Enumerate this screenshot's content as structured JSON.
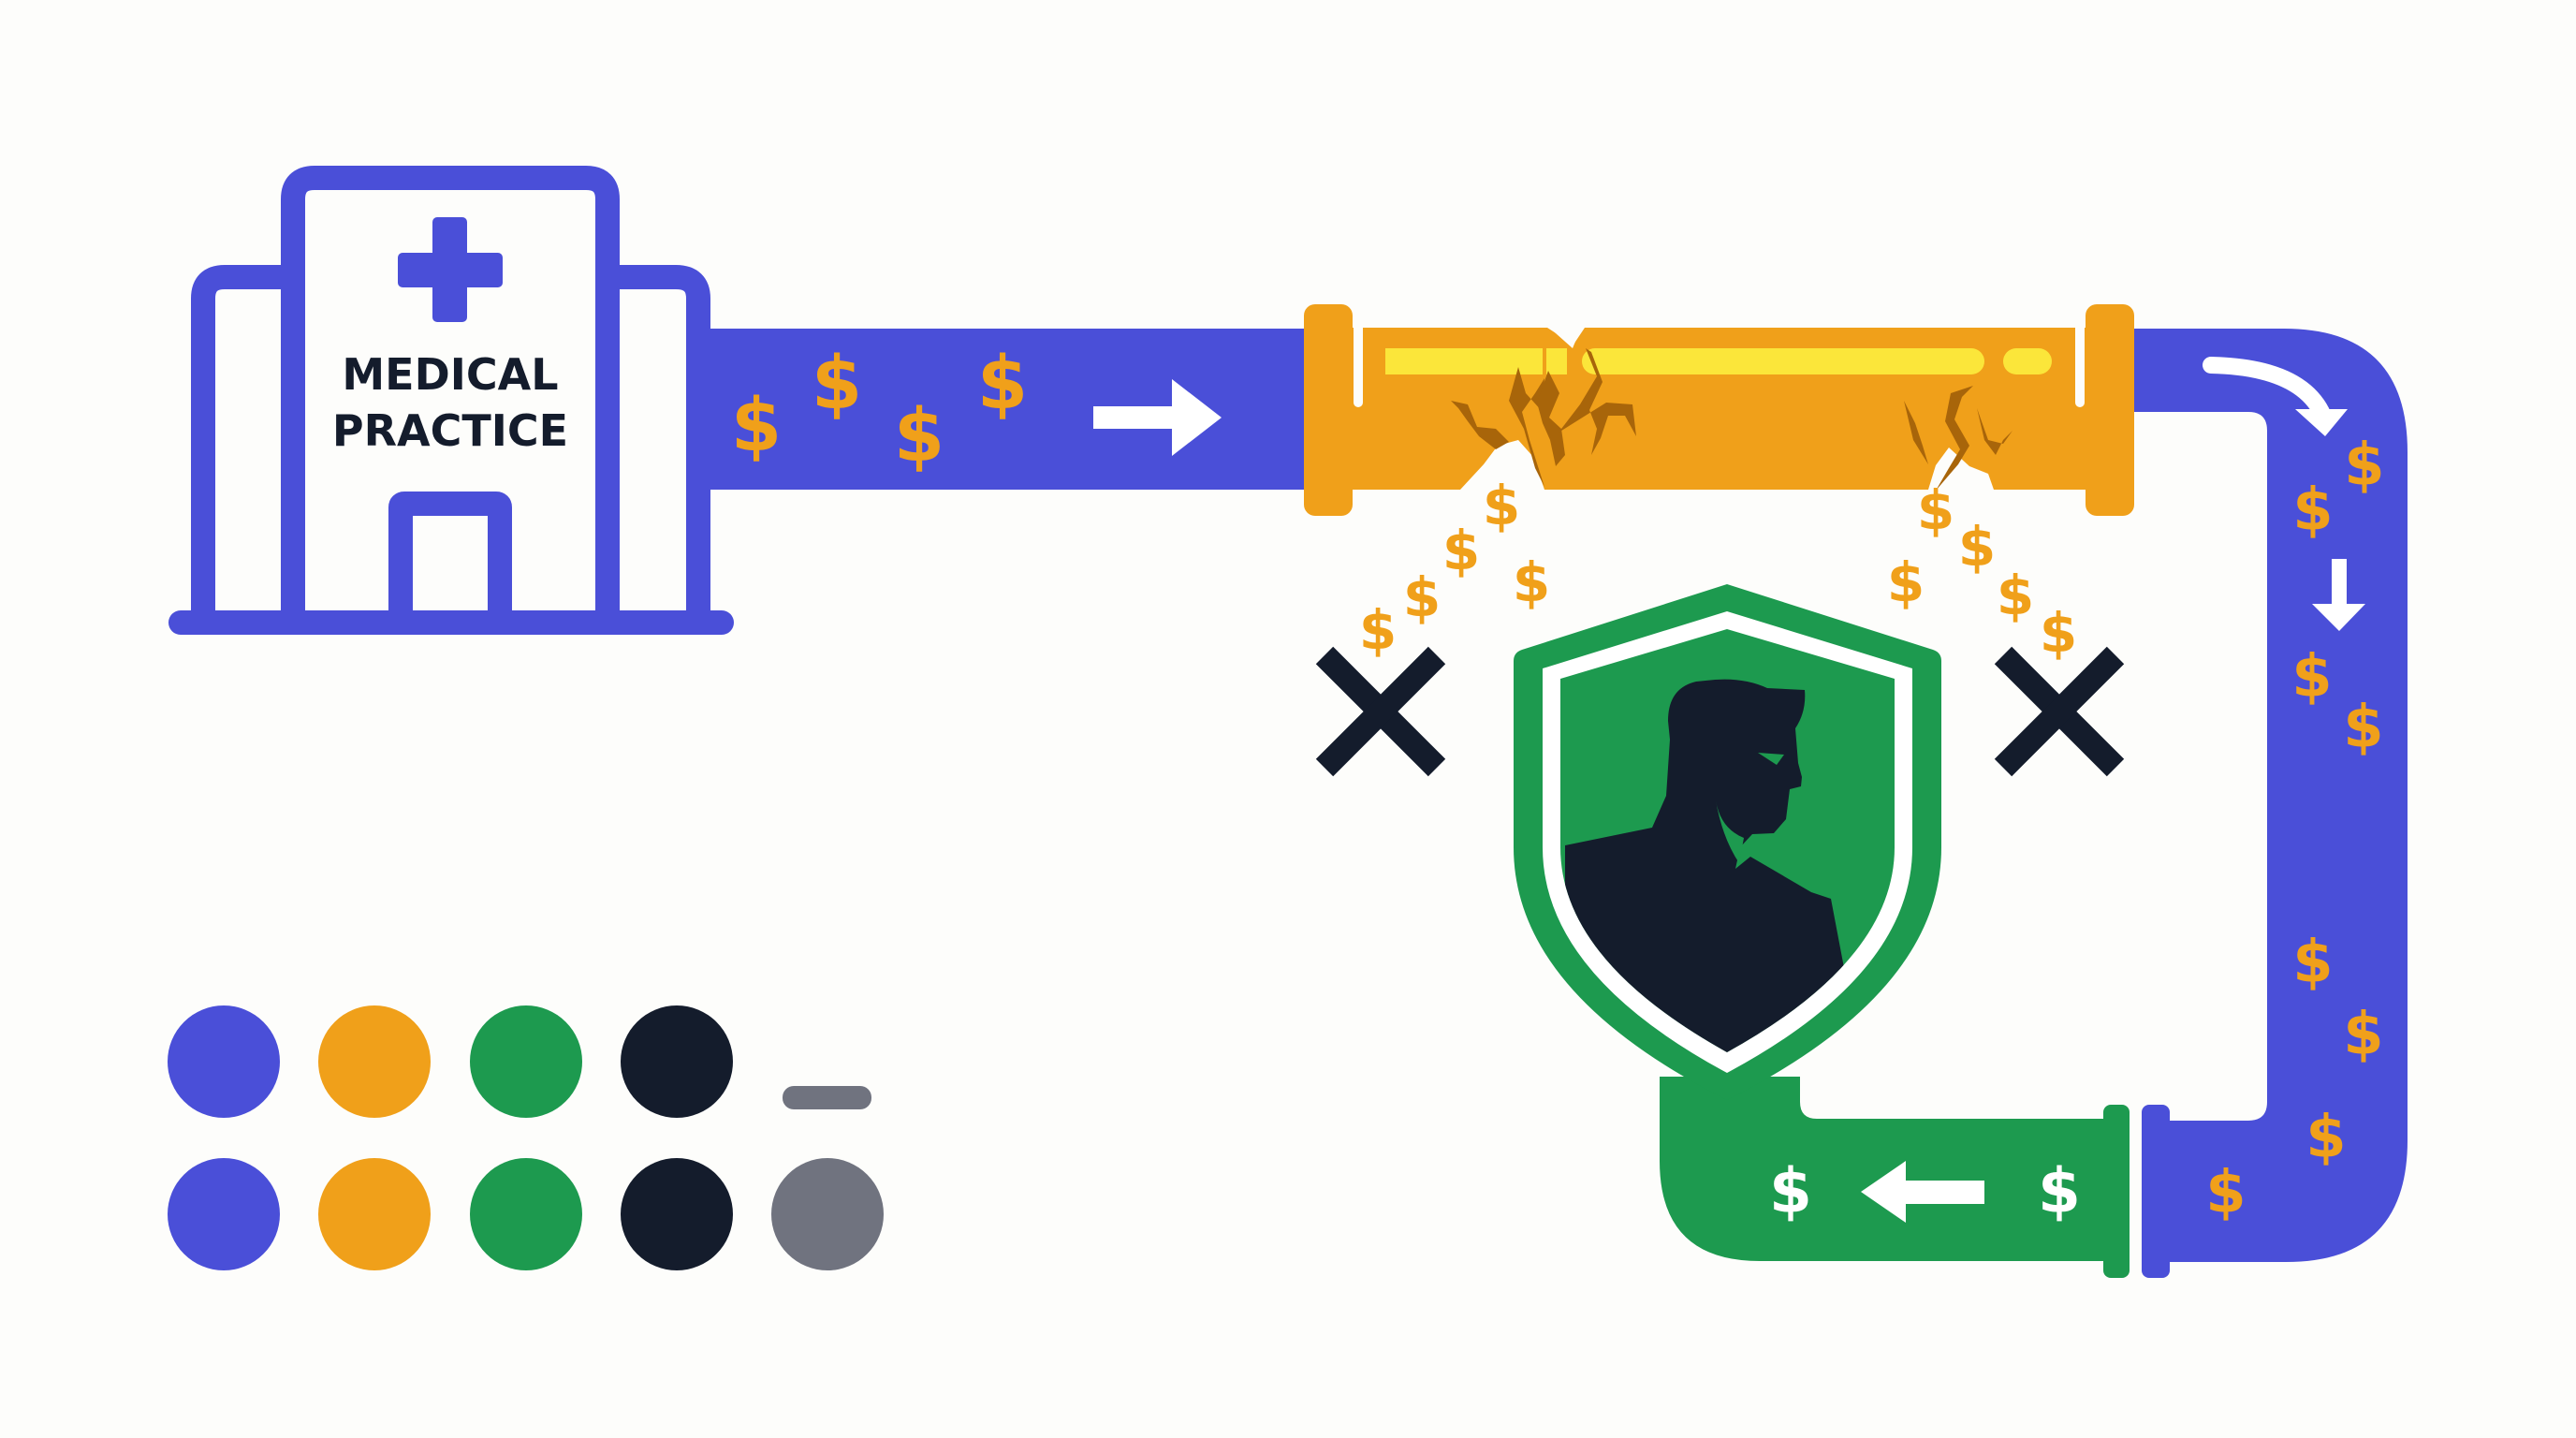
{
  "diagram": {
    "title": "Medical practice revenue leak pipeline",
    "building": {
      "label_line1": "MEDICAL",
      "label_line2": "PRACTICE",
      "icon": "hospital-building-icon"
    },
    "symbols": {
      "dollar": "$",
      "x_mark": "✕"
    },
    "colors": {
      "blue": "#4a4fd8",
      "orange": "#f0a01a",
      "yellow": "#fbe63a",
      "crack": "#a8650a",
      "green": "#1d9a4f",
      "navy": "#141c2c",
      "gray": "#70737f",
      "white": "#ffffff",
      "background": "#fdfdfb"
    },
    "stages": [
      {
        "name": "source",
        "label": "Medical practice",
        "color": "blue"
      },
      {
        "name": "leaky-pipe",
        "label": "Cracked revenue pipe",
        "color": "orange"
      },
      {
        "name": "return-pipe",
        "label": "Redirected revenue",
        "color": "blue"
      },
      {
        "name": "protected-output",
        "label": "Protected revenue",
        "color": "green"
      }
    ],
    "flow_arrows": [
      {
        "id": "top-arrow",
        "direction": "right"
      },
      {
        "id": "corner-arrow",
        "direction": "curve-down"
      },
      {
        "id": "down-arrow",
        "direction": "down"
      },
      {
        "id": "green-arrow",
        "direction": "left"
      }
    ],
    "leak_markers": [
      {
        "id": "left-x",
        "meaning": "lost revenue"
      },
      {
        "id": "right-x",
        "meaning": "lost revenue"
      }
    ],
    "shield": {
      "icon": "shield-person-icon",
      "meaning": "revenue protection guardian"
    },
    "palette": {
      "row1": [
        "#4a4fd8",
        "#f0a01a",
        "#1d9a4f",
        "#141c2c"
      ],
      "row1_dash": "#70737f",
      "row2": [
        "#4a4fd8",
        "#f0a01a",
        "#1d9a4f",
        "#141c2c",
        "#70737f"
      ]
    }
  }
}
